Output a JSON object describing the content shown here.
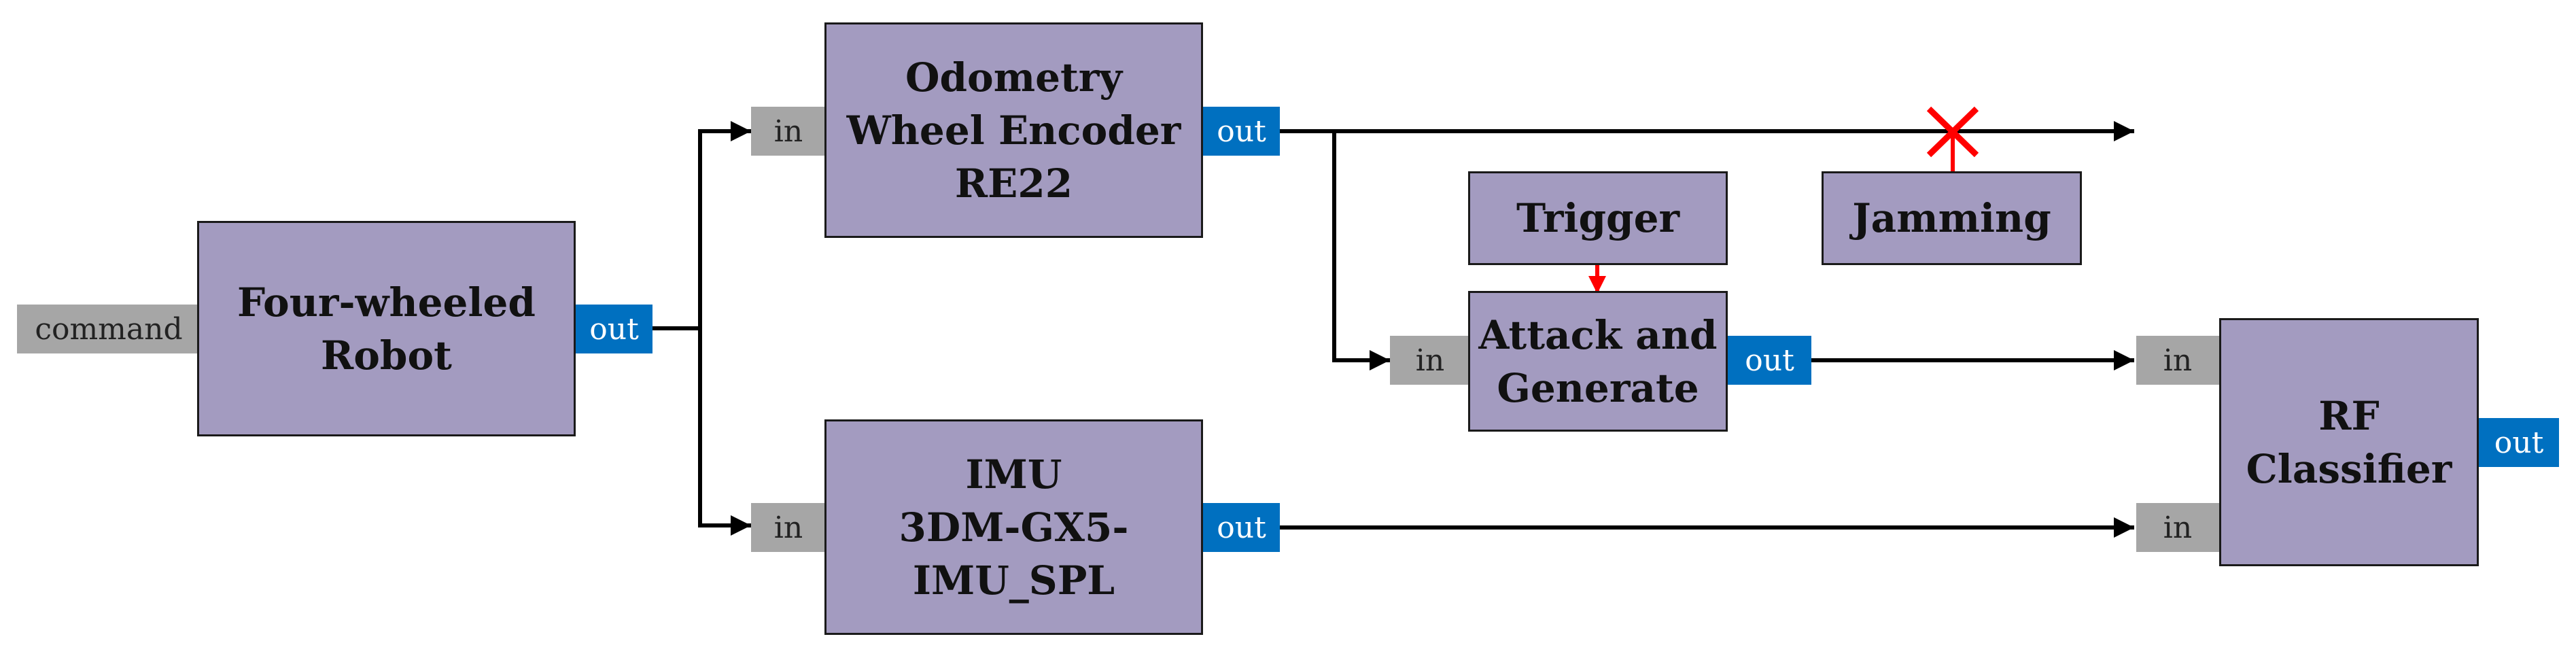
{
  "blocks": {
    "robot": {
      "label": "Four-wheeled\nRobot"
    },
    "odometry": {
      "label": "Odometry\nWheel Encoder\nRE22"
    },
    "imu": {
      "label": "IMU\n3DM-GX5-\nIMU_SPL"
    },
    "trigger": {
      "label": "Trigger"
    },
    "jamming": {
      "label": "Jamming"
    },
    "attack": {
      "label": "Attack and\nGenerate"
    },
    "classifier": {
      "label": "RF\nClassifier"
    }
  },
  "ports": {
    "command": "command",
    "in": "in",
    "out": "out"
  },
  "colors": {
    "block_fill": "#a39bc0",
    "in_port": "#a6a6a6",
    "out_port": "#0070c0",
    "wire": "#000000",
    "attack_wire": "#ff0000"
  }
}
